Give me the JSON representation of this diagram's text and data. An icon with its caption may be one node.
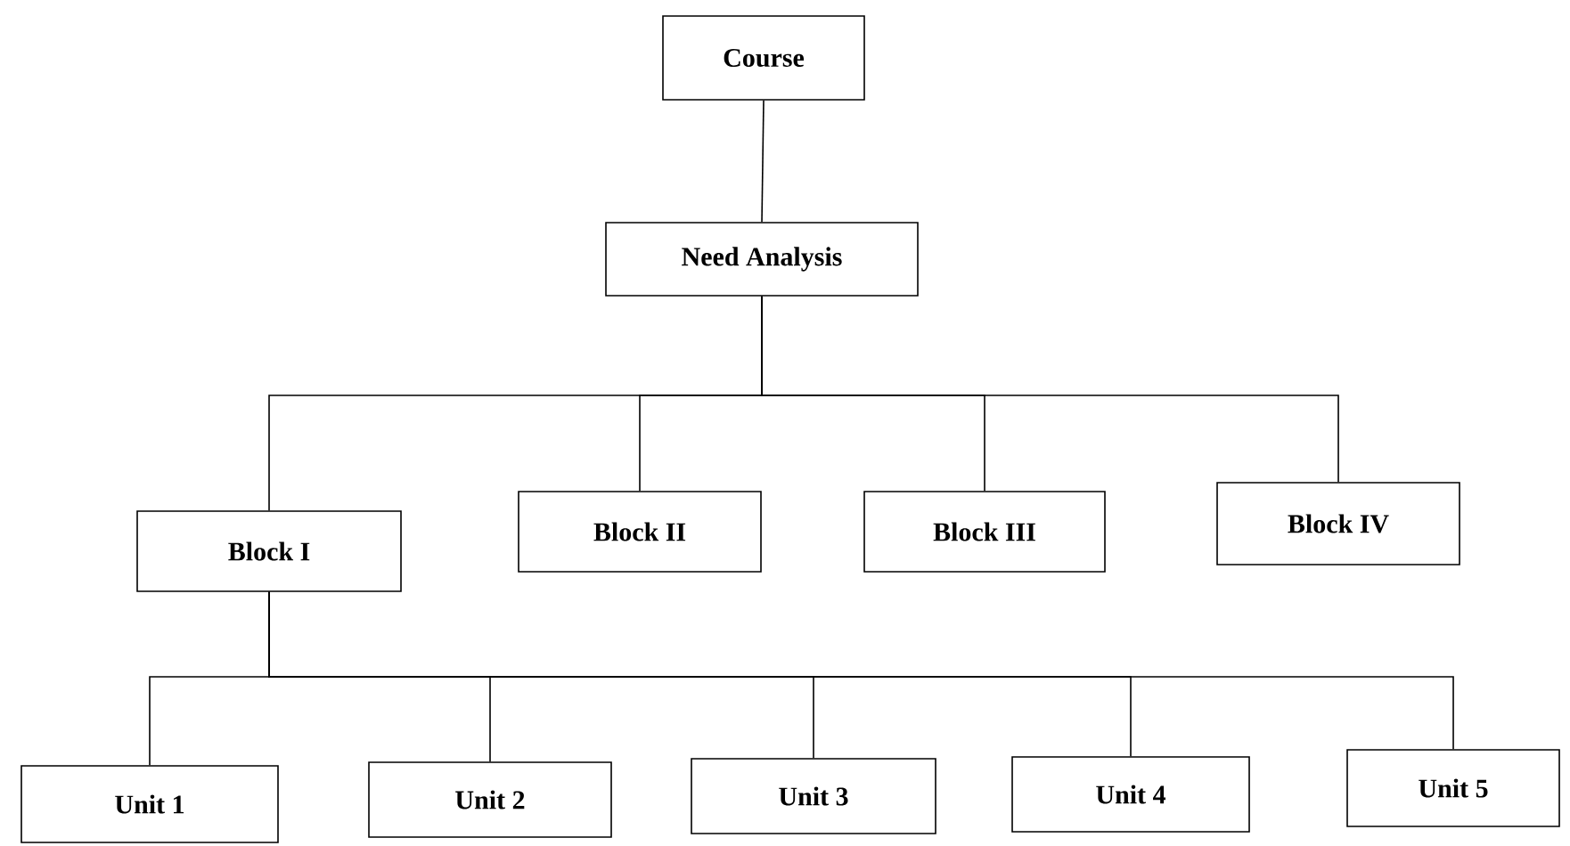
{
  "diagram": {
    "nodes": [
      {
        "text": [
          "Course"
        ]
      },
      {
        "text": [
          "Need Analysis"
        ]
      },
      {
        "text": [
          "Block I"
        ]
      },
      {
        "text": [
          "Block II"
        ]
      },
      {
        "text": [
          "Block III"
        ]
      },
      {
        "text": [
          "Block IV"
        ]
      },
      {
        "text": [
          "Unit 1"
        ]
      },
      {
        "text": [
          "Unit 2"
        ]
      },
      {
        "text": [
          "Unit 3"
        ]
      },
      {
        "text": [
          "Unit 4"
        ]
      },
      {
        "text": [
          "Unit 5"
        ]
      }
    ],
    "edges": [
      {
        "from": 0,
        "to": 1,
        "arrow": "none"
      },
      {
        "from": 1,
        "to": 2,
        "arrow": "none"
      },
      {
        "from": 1,
        "to": 3,
        "arrow": "none"
      },
      {
        "from": 1,
        "to": 4,
        "arrow": "none"
      },
      {
        "from": 1,
        "to": 5,
        "arrow": "none"
      },
      {
        "from": 2,
        "to": 6,
        "arrow": "none"
      },
      {
        "from": 2,
        "to": 7,
        "arrow": "none"
      },
      {
        "from": 2,
        "to": 8,
        "arrow": "none"
      },
      {
        "from": 2,
        "to": 9,
        "arrow": "none"
      },
      {
        "from": 2,
        "to": 10,
        "arrow": "none"
      }
    ]
  }
}
